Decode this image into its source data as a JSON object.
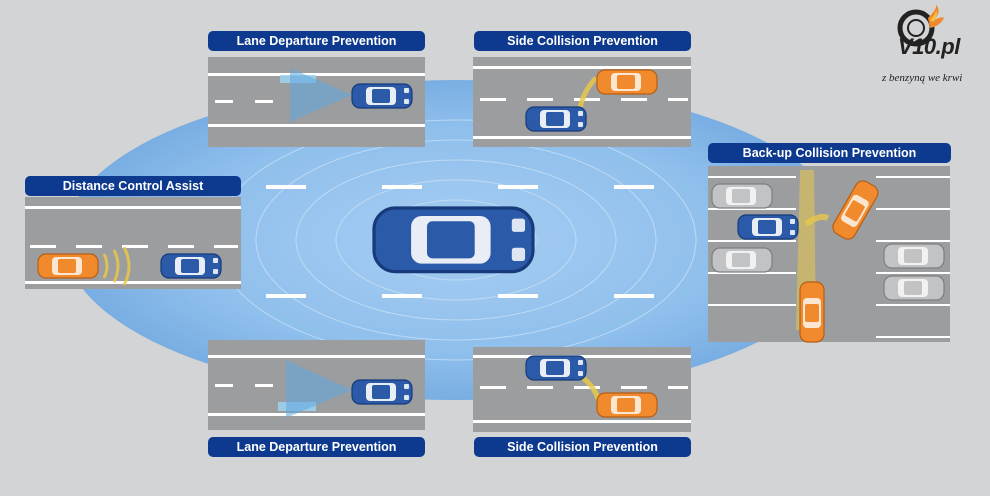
{
  "labels": {
    "lane_departure_top": "Lane Departure Prevention",
    "side_collision_top": "Side Collision Prevention",
    "distance_control": "Distance Control Assist",
    "backup_collision": "Back-up Collision Prevention",
    "lane_departure_bottom": "Lane Departure Prevention",
    "side_collision_bottom": "Side Collision Prevention"
  },
  "logo": {
    "name": "V10.pl",
    "tagline": "z benzyną we krwi"
  },
  "colors": {
    "label_bg": "#0d3a8e",
    "ego_car": "#2b5aa8",
    "hazard_car": "#f08a2c",
    "parked_car": "#b8b8b8",
    "sensor_field": "#7fb2e6",
    "road": "#9c9d9f",
    "sensor_wave": "#e8c84a"
  }
}
